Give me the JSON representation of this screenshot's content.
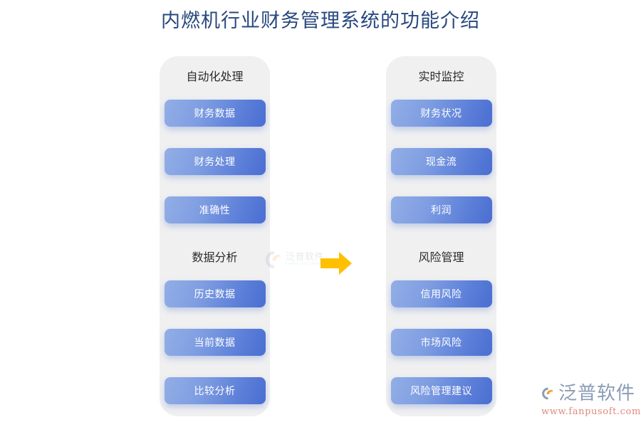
{
  "page": {
    "title": "内燃机行业财务管理系统的功能介绍",
    "background_color": "#ffffff",
    "title_color": "#27487e"
  },
  "theme": {
    "panel_color": "#f0f0f1",
    "pill_gradient_from": "#93aee6",
    "pill_gradient_to": "#4a6ed2",
    "pill_text_color": "#ffffff",
    "arrow_color": "#ffc000",
    "group_title_color": "#2b2b2b"
  },
  "columns": [
    {
      "side": "left",
      "groups": [
        {
          "title": "自动化处理",
          "items": [
            {
              "label": "财务数据"
            },
            {
              "label": "财务处理"
            },
            {
              "label": "准确性"
            }
          ]
        },
        {
          "title": "数据分析",
          "items": [
            {
              "label": "历史数据"
            },
            {
              "label": "当前数据"
            },
            {
              "label": "比较分析"
            }
          ]
        }
      ]
    },
    {
      "side": "right",
      "groups": [
        {
          "title": "实时监控",
          "items": [
            {
              "label": "财务状况"
            },
            {
              "label": "现金流"
            },
            {
              "label": "利润"
            }
          ]
        },
        {
          "title": "风险管理",
          "items": [
            {
              "label": "信用风险"
            },
            {
              "label": "市场风险"
            },
            {
              "label": "风险管理建议"
            }
          ]
        }
      ]
    }
  ],
  "arrow": {
    "icon": "right-arrow-icon",
    "direction": "right",
    "color": "#ffc000"
  },
  "watermark": {
    "icon": "fanpu-logo-icon",
    "name_cn": "泛普软件",
    "name_en": "FANPU SOFTWARE"
  },
  "brand": {
    "icon": "fanpu-logo-icon",
    "name_cn": "泛普软件",
    "url": "www.fanpusoft.com"
  }
}
